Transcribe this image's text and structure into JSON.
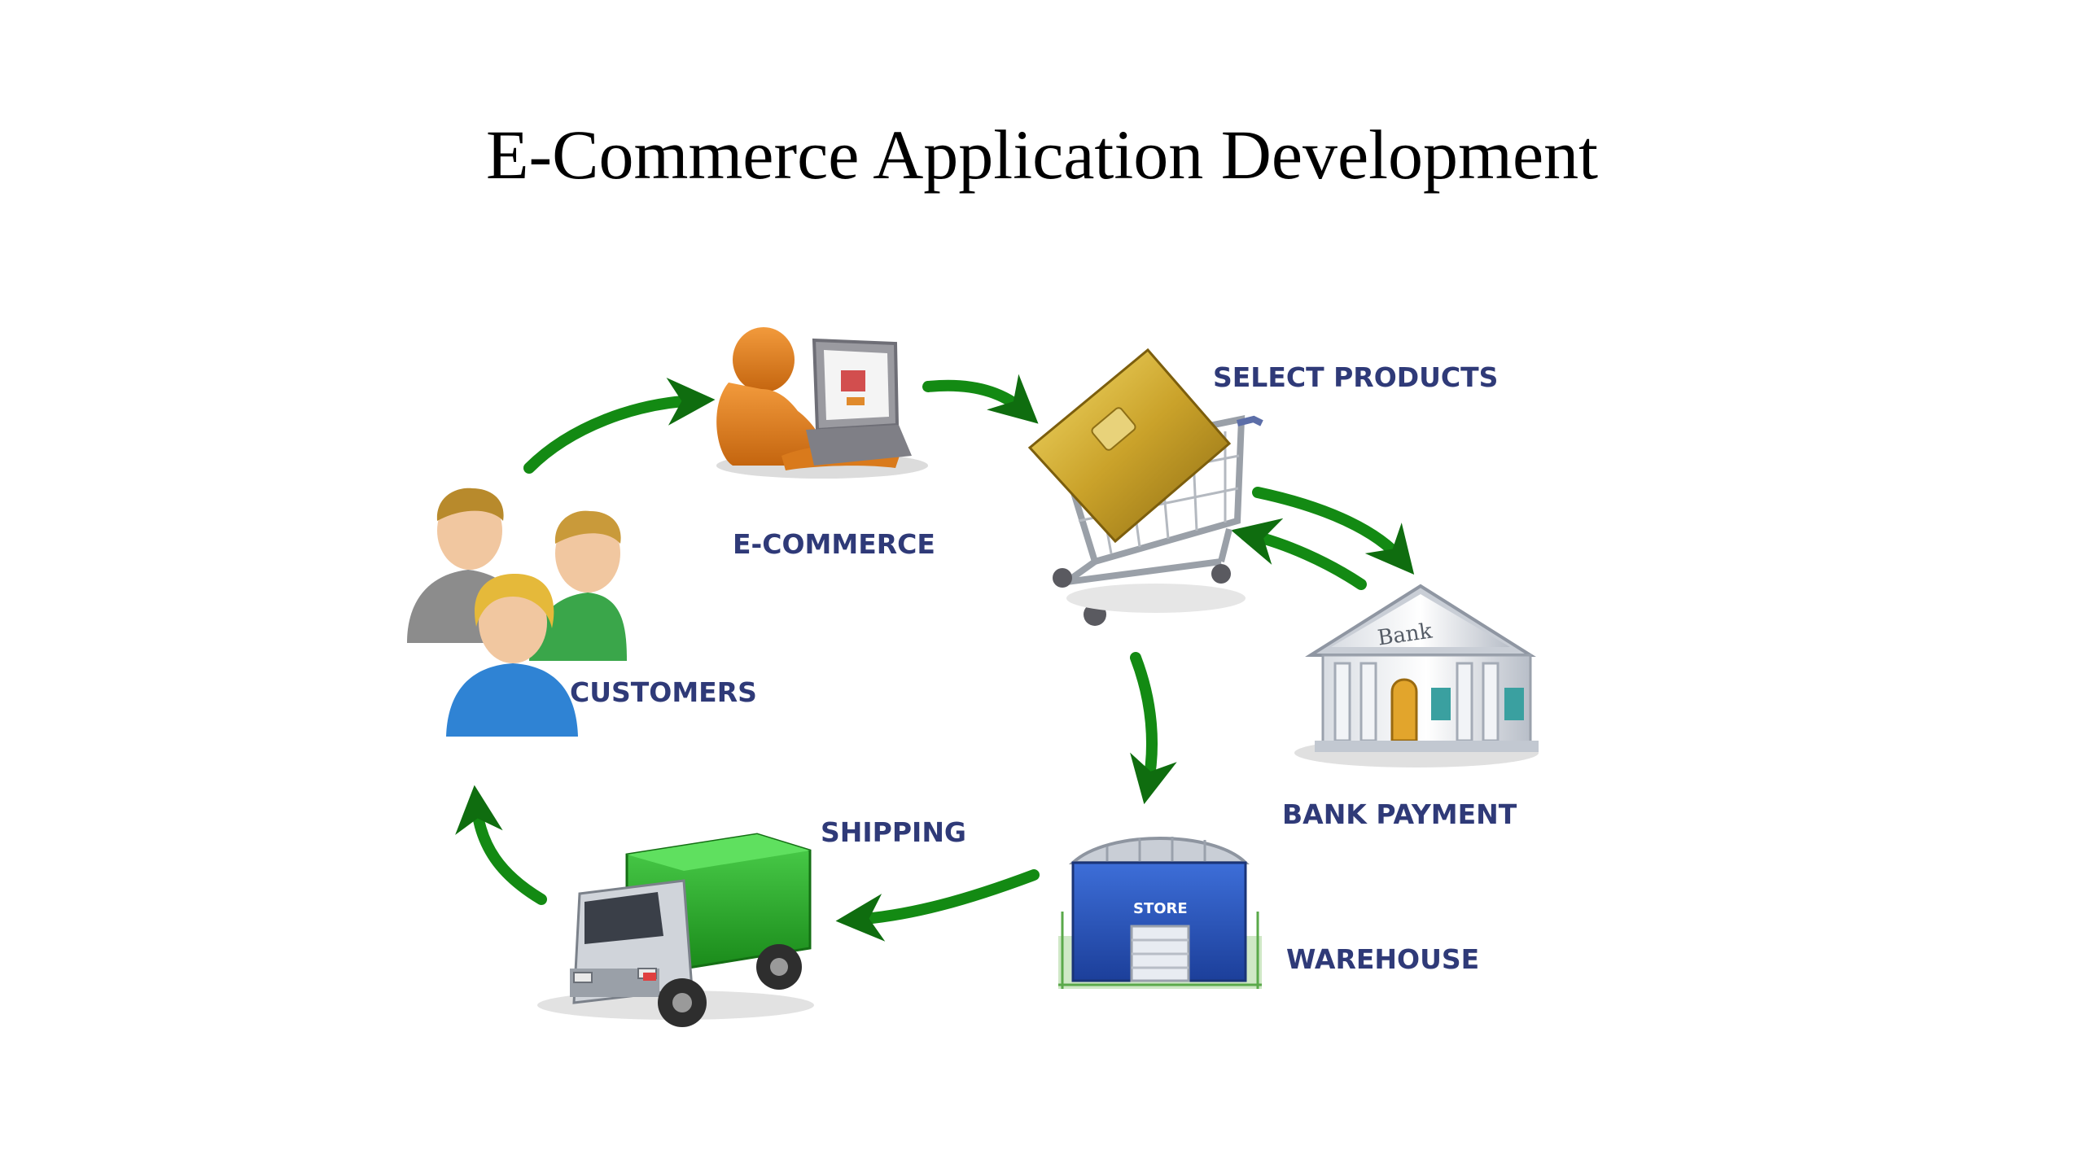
{
  "page": {
    "title": "E-Commerce Application Development"
  },
  "colors": {
    "label": "#2f3a78",
    "arrow": "#1a9a1a",
    "arrow_dark": "#0b4d0b"
  },
  "icons": {
    "customers": "people-group-icon",
    "ecommerce": "person-laptop-icon",
    "select_products": "shopping-cart-card-icon",
    "bank_payment": "bank-building-icon",
    "warehouse": "store-warehouse-icon",
    "shipping": "delivery-truck-icon"
  },
  "nodes": {
    "customers": {
      "label": "CUSTOMERS"
    },
    "ecommerce": {
      "label": "E-COMMERCE"
    },
    "select_products": {
      "label": "SELECT PRODUCTS"
    },
    "bank_payment": {
      "label": "BANK PAYMENT"
    },
    "warehouse": {
      "label": "WAREHOUSE",
      "sign": "STORE"
    },
    "shipping": {
      "label": "SHIPPING"
    }
  },
  "bank_sign": "Bank"
}
